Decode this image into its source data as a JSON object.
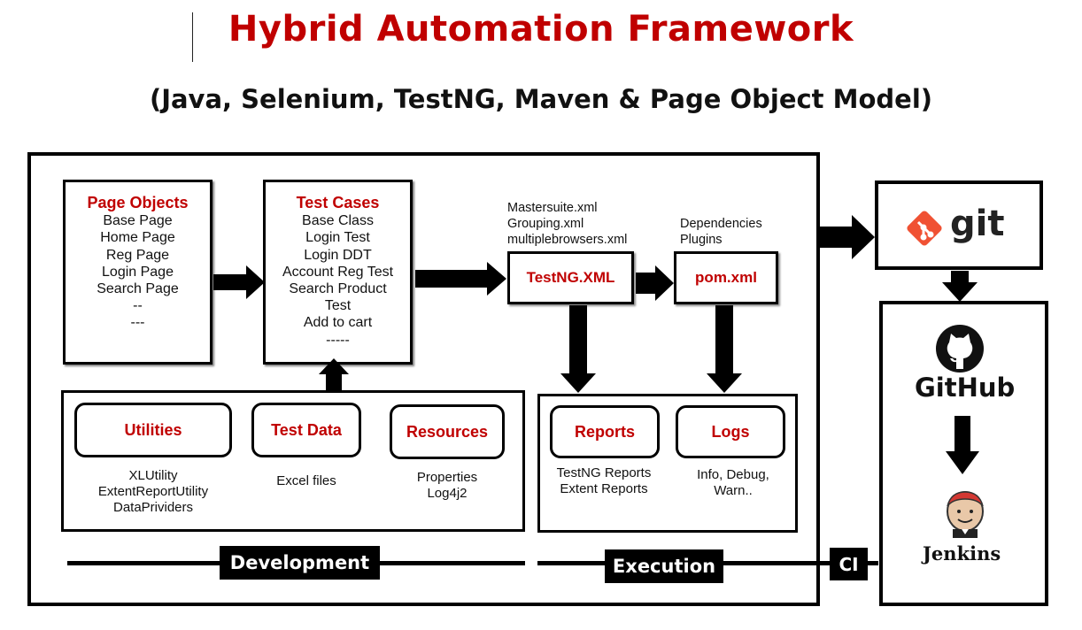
{
  "title": "Hybrid Automation Framework",
  "subtitle": "(Java, Selenium, TestNG, Maven & Page Object Model)",
  "page_objects": {
    "heading": "Page Objects",
    "items": [
      "Base Page",
      "Home Page",
      "Reg Page",
      "Login Page",
      "Search Page",
      "--",
      "---"
    ]
  },
  "test_cases": {
    "heading": "Test Cases",
    "items": [
      "Base Class",
      "Login Test",
      "Login DDT",
      "Account Reg Test",
      "Search Product",
      "Test",
      "Add to cart",
      "-----"
    ]
  },
  "testng": {
    "label": "TestNG.XML",
    "notes": [
      "Mastersuite.xml",
      "Grouping.xml",
      "multiplebrowsers.xml"
    ]
  },
  "pom": {
    "label": "pom.xml",
    "notes": [
      "Dependencies",
      "Plugins"
    ]
  },
  "development_modules": [
    {
      "label": "Utilities",
      "details": [
        "XLUtility",
        "ExtentReportUtility",
        "DataPrividers"
      ]
    },
    {
      "label": "Test Data",
      "details": [
        "Excel files"
      ]
    },
    {
      "label": "Resources",
      "details": [
        "Properties",
        "Log4j2"
      ]
    }
  ],
  "execution_modules": [
    {
      "label": "Reports",
      "details": [
        "TestNG Reports",
        "Extent Reports"
      ]
    },
    {
      "label": "Logs",
      "details": [
        "Info, Debug,",
        "Warn.."
      ]
    }
  ],
  "section_labels": {
    "development": "Development",
    "execution": "Execution",
    "ci": "CI"
  },
  "ci_tools": {
    "git": "git",
    "github": "GitHub",
    "jenkins": "Jenkins"
  },
  "colors": {
    "accent": "#c00000",
    "line": "#000000",
    "git_logo": "#f05133",
    "jenkins_face": "#d33833"
  }
}
